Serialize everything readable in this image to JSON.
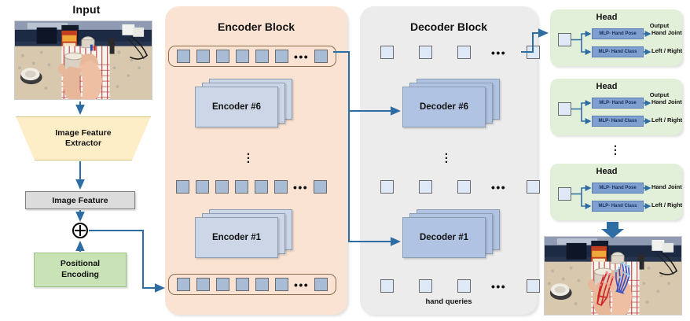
{
  "diagram": {
    "title_input": "Input",
    "left_pipeline": {
      "extractor_label": "Image Feature\nExtractor",
      "extractor_line1": "Image Feature",
      "extractor_line2": "Extractor",
      "image_feature_label": "Image Feature",
      "sum_symbol": "⊕",
      "positional_line1": "Positional",
      "positional_line2": "Encoding"
    },
    "encoder_block": {
      "title": "Encoder Block",
      "top_row_tokens": 6,
      "top_row_dots": "•••",
      "top_row_trailing_tokens": 1,
      "bottom_row_tokens": 6,
      "bottom_row_trailing_tokens": 1,
      "stack_top_label": "Encoder #6",
      "stack_bottom_label": "Encoder #1",
      "vertical_ellipsis": "⋮",
      "layers_count": 6
    },
    "decoder_block": {
      "title": "Decoder Block",
      "row_tokens": 3,
      "row_dots": "•••",
      "row_trailing_tokens": 1,
      "stack_top_label": "Decoder #6",
      "stack_bottom_label": "Decoder #1",
      "vertical_ellipsis": "⋮",
      "queries_label": "hand queries",
      "layers_count": 6
    },
    "heads": [
      {
        "title": "Head",
        "output_label": "Output",
        "mlp_pose": "MLP- Hand Pose",
        "mlp_class": "MLP- Hand Class",
        "out_pose": "Hand Joint",
        "out_class": "Left / Right",
        "show_output_label": true
      },
      {
        "title": "Head",
        "output_label": "Output",
        "mlp_pose": "MLP- Hand Pose",
        "mlp_class": "MLP- Hand Class",
        "out_pose": "Hand Joint",
        "out_class": "Left / Right",
        "show_output_label": true
      },
      {
        "title": "Head",
        "output_label": "",
        "mlp_pose": "MLP- Hand Pose",
        "mlp_class": "MLP- Hand Class",
        "out_pose": "Hand Joint",
        "out_class": "Left / Right",
        "show_output_label": false
      }
    ],
    "heads_vertical_ellipsis": "⋮",
    "colors": {
      "encoder_block_bg": "#fae3d3",
      "decoder_block_bg": "#ececec",
      "head_bg": "#e2efd9",
      "extractor_bg": "#fdeec8",
      "positional_bg": "#c9e2b6",
      "image_feature_bg": "#dcdcdc",
      "encoder_token": "#a9bcd6",
      "decoder_token": "#dfe8f7",
      "encoder_card": "#ccd6e6",
      "decoder_card": "#b1c3e2",
      "mlp_box": "#7f9fd0",
      "arrow": "#2e6da4"
    }
  }
}
